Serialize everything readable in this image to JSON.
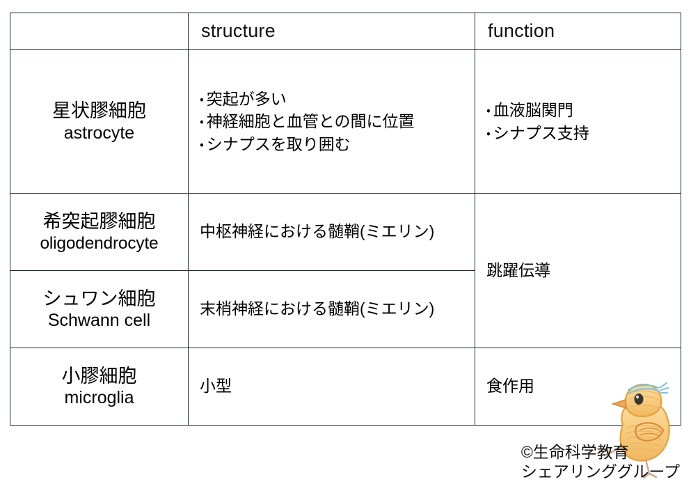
{
  "table": {
    "columns": [
      {
        "key": "cell_type",
        "header": ""
      },
      {
        "key": "structure",
        "header": "structure"
      },
      {
        "key": "function",
        "header": "function"
      }
    ],
    "rows": [
      {
        "name_ja": "星状膠細胞",
        "name_en": "astrocyte",
        "structure_lines": [
          "突起が多い",
          "神経細胞と血管との間に位置",
          "シナプスを取り囲む"
        ],
        "structure_bulleted": true,
        "function_lines": [
          "血液脳関門",
          "シナプス支持"
        ],
        "function_bulleted": true
      },
      {
        "name_ja": "希突起膠細胞",
        "name_en": "oligodendrocyte",
        "structure_lines": [
          "中枢神経における髄鞘(ミエリン)"
        ],
        "structure_bulleted": false,
        "function_lines": [
          "跳躍伝導"
        ],
        "function_bulleted": false,
        "function_merged_rows": 2
      },
      {
        "name_ja": "シュワン細胞",
        "name_en": "Schwann cell",
        "structure_lines": [
          "末梢神経における髄鞘(ミエリン)"
        ],
        "structure_bulleted": false,
        "function_lines": [],
        "function_bulleted": false
      },
      {
        "name_ja": "小膠細胞",
        "name_en": "microglia",
        "structure_lines": [
          "小型"
        ],
        "structure_bulleted": false,
        "function_lines": [
          "食作用"
        ],
        "function_bulleted": false
      }
    ]
  },
  "bullet_glyph": "・",
  "credit": {
    "line1": "©生命科学教育",
    "line2": "シェアリンググループ"
  },
  "colors": {
    "label_cell_background": "#dcecf2",
    "border": "#1c2b33",
    "page_background": "#ffffff",
    "text": "#111111",
    "chick_body": "#f5c97a",
    "chick_outline": "#e8a13c",
    "chick_wing": "#d98a3a",
    "chick_beak": "#e09a4a",
    "chick_headband": "#7fc4dd",
    "chick_eye": "#3a3530",
    "chick_leg": "#c9a98c"
  },
  "icons": {
    "copyright": "©",
    "chick": "chick-illustration"
  }
}
